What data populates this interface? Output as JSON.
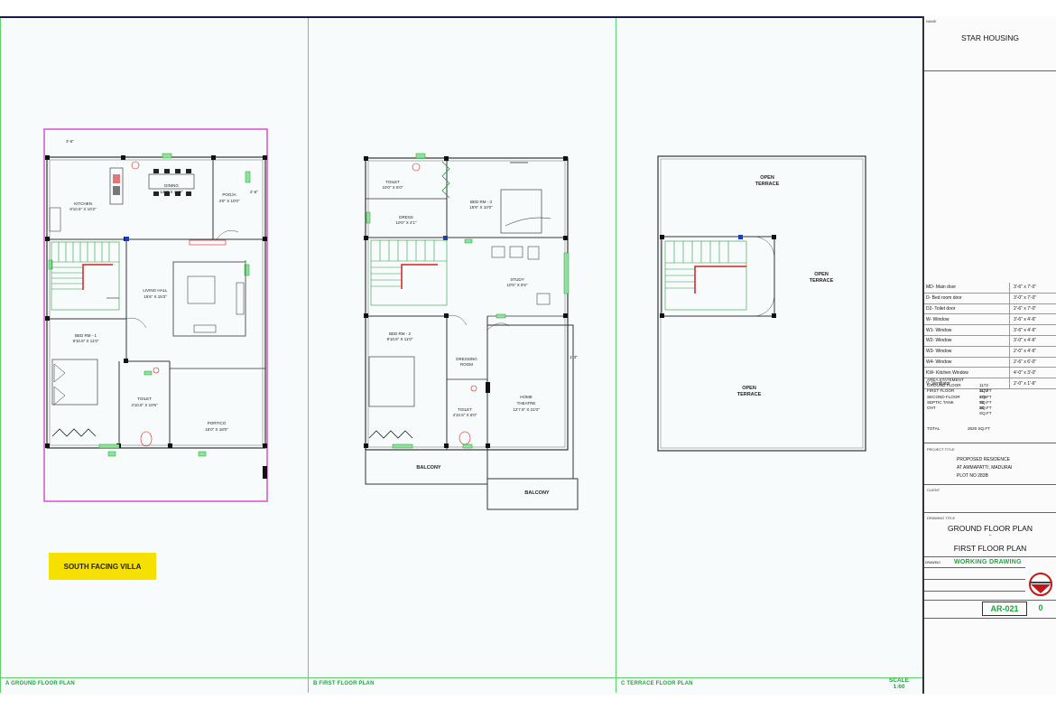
{
  "panels": [
    {
      "label": "A   GROUND FLOOR PLAN"
    },
    {
      "label": "B   FIRST FLOOR PLAN"
    },
    {
      "label": "C   TERRACE FLOOR PLAN"
    }
  ],
  "scale": {
    "line1": "SCALE",
    "line2": "1:60"
  },
  "villa_label": "SOUTH FACING VILLA",
  "ground": {
    "dining": "DINING",
    "dining_size": "14'3\" X 10'0\"",
    "kitchen": "KITCHEN",
    "kitchen_size": "8'10.5\" X 10'2\"",
    "pooja": "POOJA",
    "pooja_size": "4'0\" X 10'0\"",
    "living": "LIVING HALL",
    "living_size": "15'6\" X 15'3\"",
    "bed1": "BED RM - 1",
    "bed1_size": "9'10.5\" X 11'0\"",
    "toilet": "TOILET",
    "toilet_size": "4'10.5\" X 10'6\"",
    "portico": "PORTICO",
    "portico_size": "15'0\" X 18'0\"",
    "dim_top": "3'-6\"",
    "dim_side": "2'-6\""
  },
  "first": {
    "toilet_top": "TOILET",
    "toilet_top_size": "10'0\" X 6'0\"",
    "dress_top": "DRESS",
    "dress_top_size": "10'0\" X 4'1\"",
    "bed3": "BED RM - 3",
    "bed3_size": "15'6\" X 10'0\"",
    "study": "STUDY",
    "study_size": "10'6\" X 8'6\"",
    "bed2": "BED RM - 2",
    "bed2_size": "9'10.5\" X 11'0\"",
    "dressing": "DRESSING",
    "dressing2": "ROOM",
    "toilet": "TOILET",
    "toilet_size": "4'10.5\" X 6'0\"",
    "theatre": "HOME",
    "theatre2": "THEATRE",
    "theatre_size": "12'7.5\" X 21'0\"",
    "balcony1": "BALCONY",
    "balcony2": "BALCONY",
    "dim": "1'-3\""
  },
  "terrace": {
    "t1a": "OPEN",
    "t1b": "TERRACE",
    "t2a": "OPEN",
    "t2b": "TERRACE",
    "t3a": "OPEN",
    "t3b": "TERRACE"
  },
  "title_block": {
    "name_label": "NAME",
    "company": "STAR HOUSING",
    "schedule": [
      {
        "name": "MD- Main door",
        "size": "3'-6\" x 7'-0\""
      },
      {
        "name": "D- Bed room door",
        "size": "3'-0\" x 7'-0\""
      },
      {
        "name": "D2- Toilet door",
        "size": "2'-6\" x 7'-0\""
      },
      {
        "name": "W- Window",
        "size": "3'-6\" x 4'-6\""
      },
      {
        "name": "W1- Window",
        "size": "3'-6\" x 4'-6\""
      },
      {
        "name": "W2- Window",
        "size": "3'-0\" x 4'-6\""
      },
      {
        "name": "W3- Window",
        "size": "2'-0\" x 4'-6\""
      },
      {
        "name": "W4- Window",
        "size": "2'-6\" x 6'-0\""
      },
      {
        "name": "KW- Kitchen Window",
        "size": "4'-0\" x 3'-0\""
      },
      {
        "name": "V- Ventilator",
        "size": "2'-0\" x 1'-6\""
      }
    ],
    "area_title": "AREA STATEMENT",
    "area": [
      {
        "k": "GROUND FLOOR",
        "v": "1172 SQ.FT"
      },
      {
        "k": "FIRST FLOOR",
        "v": "1172 SQ.FT"
      },
      {
        "k": "SECOND FLOOR",
        "v": "176 SQ.FT"
      },
      {
        "k": "SEPTIC TANK",
        "v": "70 SQ.FT"
      },
      {
        "k": "OHT",
        "v": "30 SQ.FT"
      }
    ],
    "total_label": "TOTAL",
    "total_value": "2620 SQ.FT",
    "project_label": "PROJECT TITLE",
    "project_line1": "PROPOSED RESIDENCE",
    "project_line2": "AT AMMAPATTI, MADURAI",
    "project_line3": "PLOT NO 283B",
    "client_label": "CLIENT",
    "drawing_title_label": "DRAWING TITLE",
    "drawing_title1": "GROUND FLOOR PLAN",
    "drawing_sep": "-",
    "drawing_title2": "FIRST FLOOR PLAN",
    "working_prefix": "DRAWING",
    "working": "WORKING DRAWING",
    "drawing_no": "AR-021",
    "revision": "0"
  }
}
